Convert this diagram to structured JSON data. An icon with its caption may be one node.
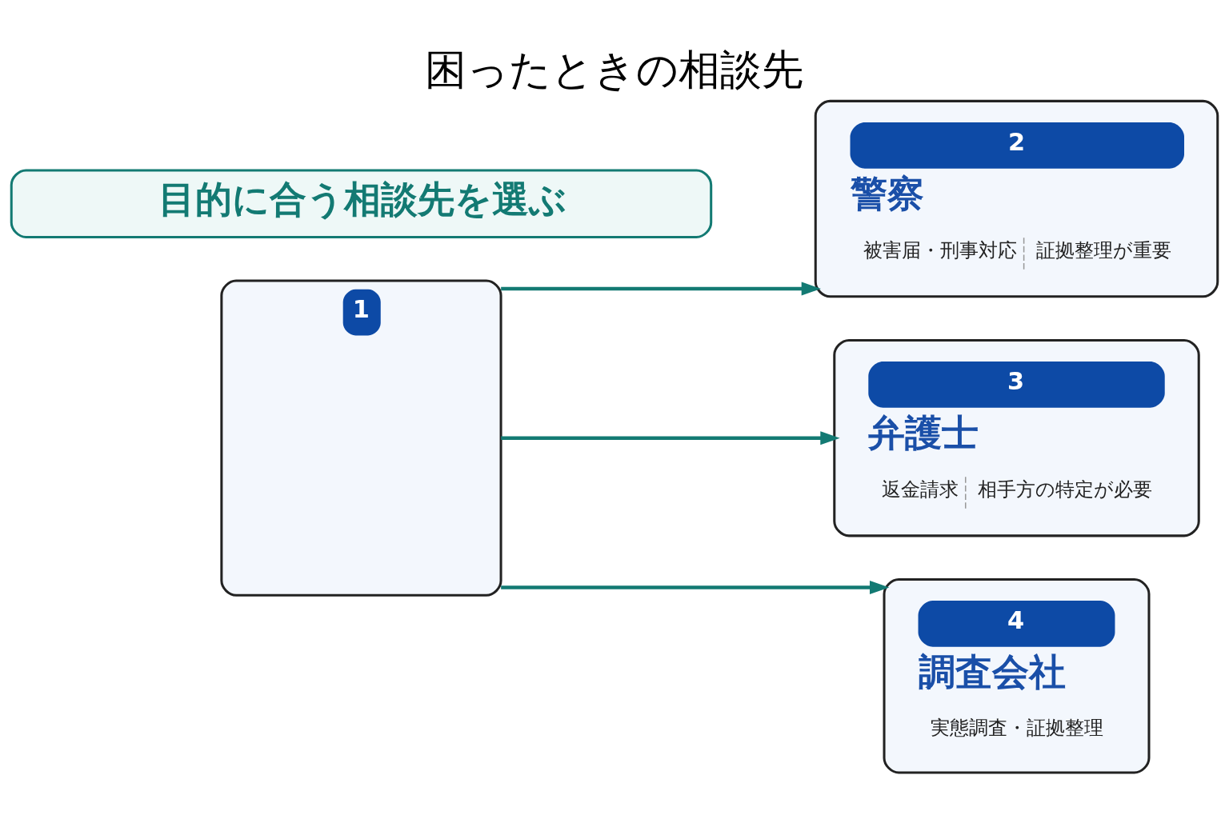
{
  "diagram": {
    "title": "困ったときの相談先",
    "nodes": [
      {
        "text": [
          "1"
        ]
      },
      {
        "text": [
          "2",
          "警察",
          "被害届・刑事対応",
          "証拠整理が重要"
        ]
      },
      {
        "text": [
          "3",
          "弁護士",
          "返金請求",
          "相手方の特定が必要"
        ]
      },
      {
        "text": [
          "4",
          "調査会社",
          "実態調査・証拠整理"
        ]
      },
      {
        "text": [
          "目的に合う相談先を選ぶ"
        ]
      }
    ],
    "edges": [
      {
        "from": 0,
        "to": 1,
        "arrow": "to"
      },
      {
        "from": 0,
        "to": 2,
        "arrow": "to"
      },
      {
        "from": 0,
        "to": 3,
        "arrow": "to"
      }
    ]
  }
}
